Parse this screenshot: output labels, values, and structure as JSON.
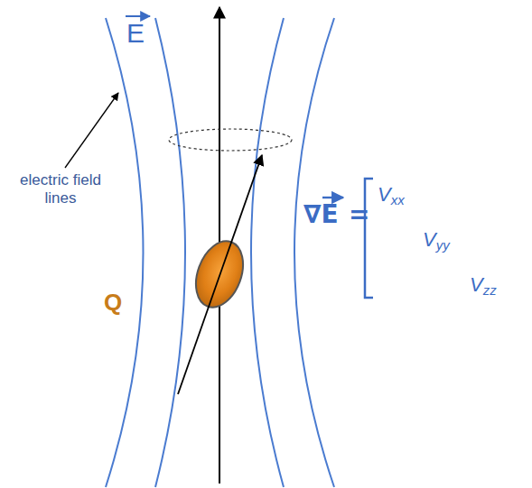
{
  "diagram": {
    "labels": [
      "E",
      "electric field lines",
      "Q",
      "∇E",
      "=",
      "Vxx",
      "Vyy",
      "Vzz"
    ]
  }
}
